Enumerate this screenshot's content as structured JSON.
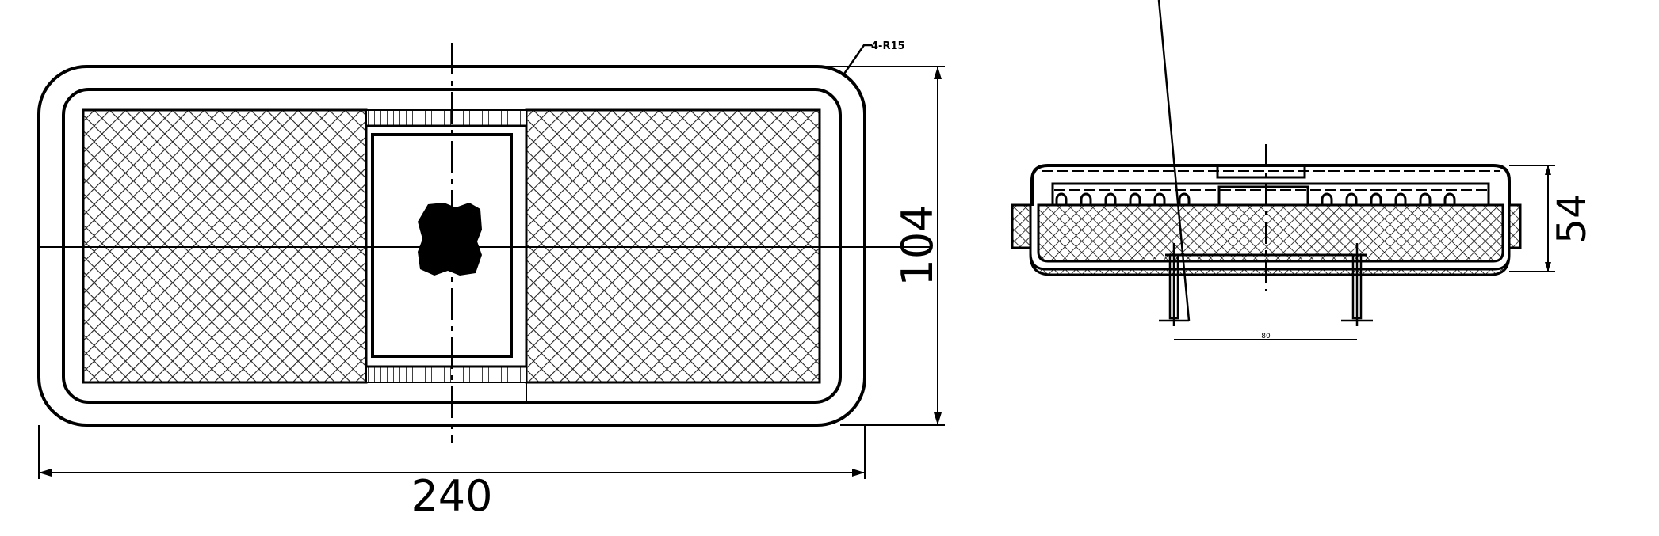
{
  "front_view": {
    "width_dimension": "240",
    "height_dimension": "104",
    "corner_radius_note": "4-R15"
  },
  "side_view": {
    "height_dimension": "54",
    "pin_spacing_dimension": "80"
  },
  "colors": {
    "line": "#000000",
    "background": "#ffffff"
  }
}
